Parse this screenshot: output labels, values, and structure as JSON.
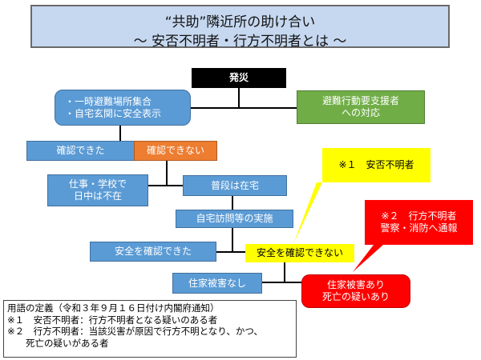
{
  "title": {
    "line1": "“共助”隣近所の助け合い",
    "line2": "～ 安否不明者・行方不明者とは ～"
  },
  "nodes": {
    "hassai": "発災",
    "gather": [
      "・一時避難場所集合",
      "・自宅玄関に安全表示"
    ],
    "support": [
      "避難行動要支援者",
      "への対応"
    ],
    "confirmed": "確認できた",
    "not_confirmed": "確認できない",
    "work_school": [
      "仕事・学校で",
      "日中は不在"
    ],
    "usually_home": "普段は在宅",
    "home_visit": "自宅訪問等の実施",
    "safety_confirmed": "安全を確認できた",
    "safety_not_confirmed": "安全を確認できない",
    "no_damage": "住家被害なし",
    "damage": [
      "住家被害あり",
      "死亡の疑いあり"
    ]
  },
  "callouts": {
    "anpi": "※１　安否不明者",
    "missing": [
      "※２　行方不明者",
      "警察・消防へ通報"
    ]
  },
  "definitions": {
    "heading": "用語の定義（令和３年９月１６日付け内閣府通知）",
    "items": [
      "※１　安否不明者：行方不明者となる疑いのある者",
      "※２　行方不明者：当該災害が原因で行方不明となり、かつ、",
      "　　死亡の疑いがある者"
    ]
  },
  "colors": {
    "title_bg": "#c6d8f0",
    "blue": "#5b9bd5",
    "green": "#70ad47",
    "orange": "#ed7d31",
    "yellow": "#ffff00",
    "red": "#ff0000"
  }
}
